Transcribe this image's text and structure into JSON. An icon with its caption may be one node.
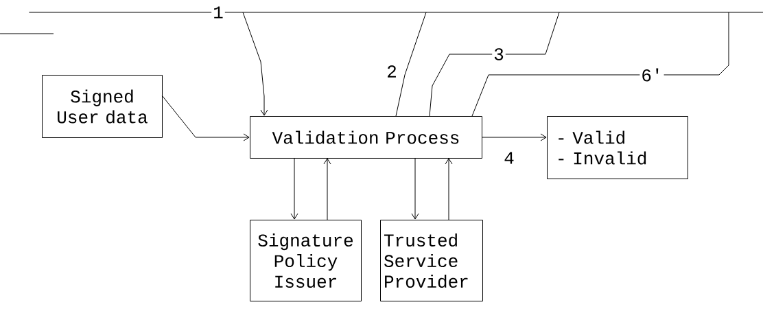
{
  "diagram": {
    "nodes": [
      {
        "text": [],
        "shape": "bar"
      },
      {
        "text": [
          "Signed User data"
        ]
      },
      {
        "text": [
          "Validation Process"
        ]
      },
      {
        "text": [
          "- Valid",
          "- Invalid"
        ]
      },
      {
        "text": [
          "Signature Policy Issuer"
        ]
      },
      {
        "text": [
          "Trusted Service Provider"
        ]
      }
    ],
    "edges": [
      {
        "from": 0,
        "to": 2,
        "arrow": "to",
        "label": "1"
      },
      {
        "from": 0,
        "to": 2,
        "arrow": "none",
        "label": "2"
      },
      {
        "from": 0,
        "to": 2,
        "arrow": "none",
        "label": "3"
      },
      {
        "from": 0,
        "to": 2,
        "arrow": "none",
        "label": "6'"
      },
      {
        "from": 1,
        "to": 2,
        "arrow": "to"
      },
      {
        "from": 2,
        "to": 3,
        "arrow": "to",
        "label": "4"
      },
      {
        "from": 2,
        "to": 4,
        "arrow": "to"
      },
      {
        "from": 4,
        "to": 2,
        "arrow": "to"
      },
      {
        "from": 2,
        "to": 5,
        "arrow": "to"
      },
      {
        "from": 5,
        "to": 2,
        "arrow": "to"
      }
    ]
  }
}
